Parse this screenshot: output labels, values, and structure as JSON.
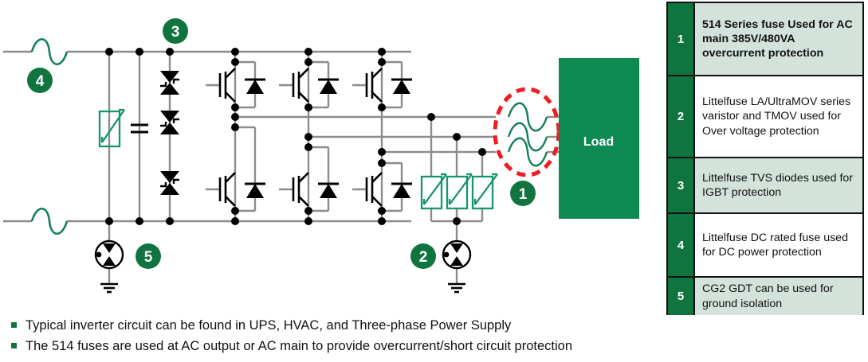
{
  "legend": {
    "rows": [
      {
        "num": "1",
        "text": "514 Series fuse Used for AC main 385V/480VA overcurrent protection"
      },
      {
        "num": "2",
        "text": "Littelfuse LA/UltraMOV series varistor and TMOV  used for Over voltage protection"
      },
      {
        "num": "3",
        "text": "Littelfuse TVS diodes used for IGBT protection"
      },
      {
        "num": "4",
        "text": "Littelfuse DC rated fuse used for DC power protection"
      },
      {
        "num": "5",
        "text": "CG2 GDT can be used for ground isolation"
      }
    ]
  },
  "bullets": [
    "Typical inverter circuit can be found in UPS, HVAC, and Three-phase Power Supply",
    "The 514 fuses are used at AC output or AC main to provide overcurrent/short circuit protection"
  ],
  "diagram": {
    "load_label": "Load",
    "callouts": [
      {
        "id": "1",
        "label": "1"
      },
      {
        "id": "2",
        "label": "2"
      },
      {
        "id": "3",
        "label": "3"
      },
      {
        "id": "4",
        "label": "4"
      },
      {
        "id": "5",
        "label": "5"
      }
    ]
  },
  "colors": {
    "brand_green": "#10743F",
    "component_green": "#1C9268",
    "load_green": "#0C8A52",
    "table_tint": "#D3E2DA",
    "highlight_red": "#EE1C23",
    "wire_gray": "#8C8C8C",
    "symbol_black": "#000000"
  }
}
